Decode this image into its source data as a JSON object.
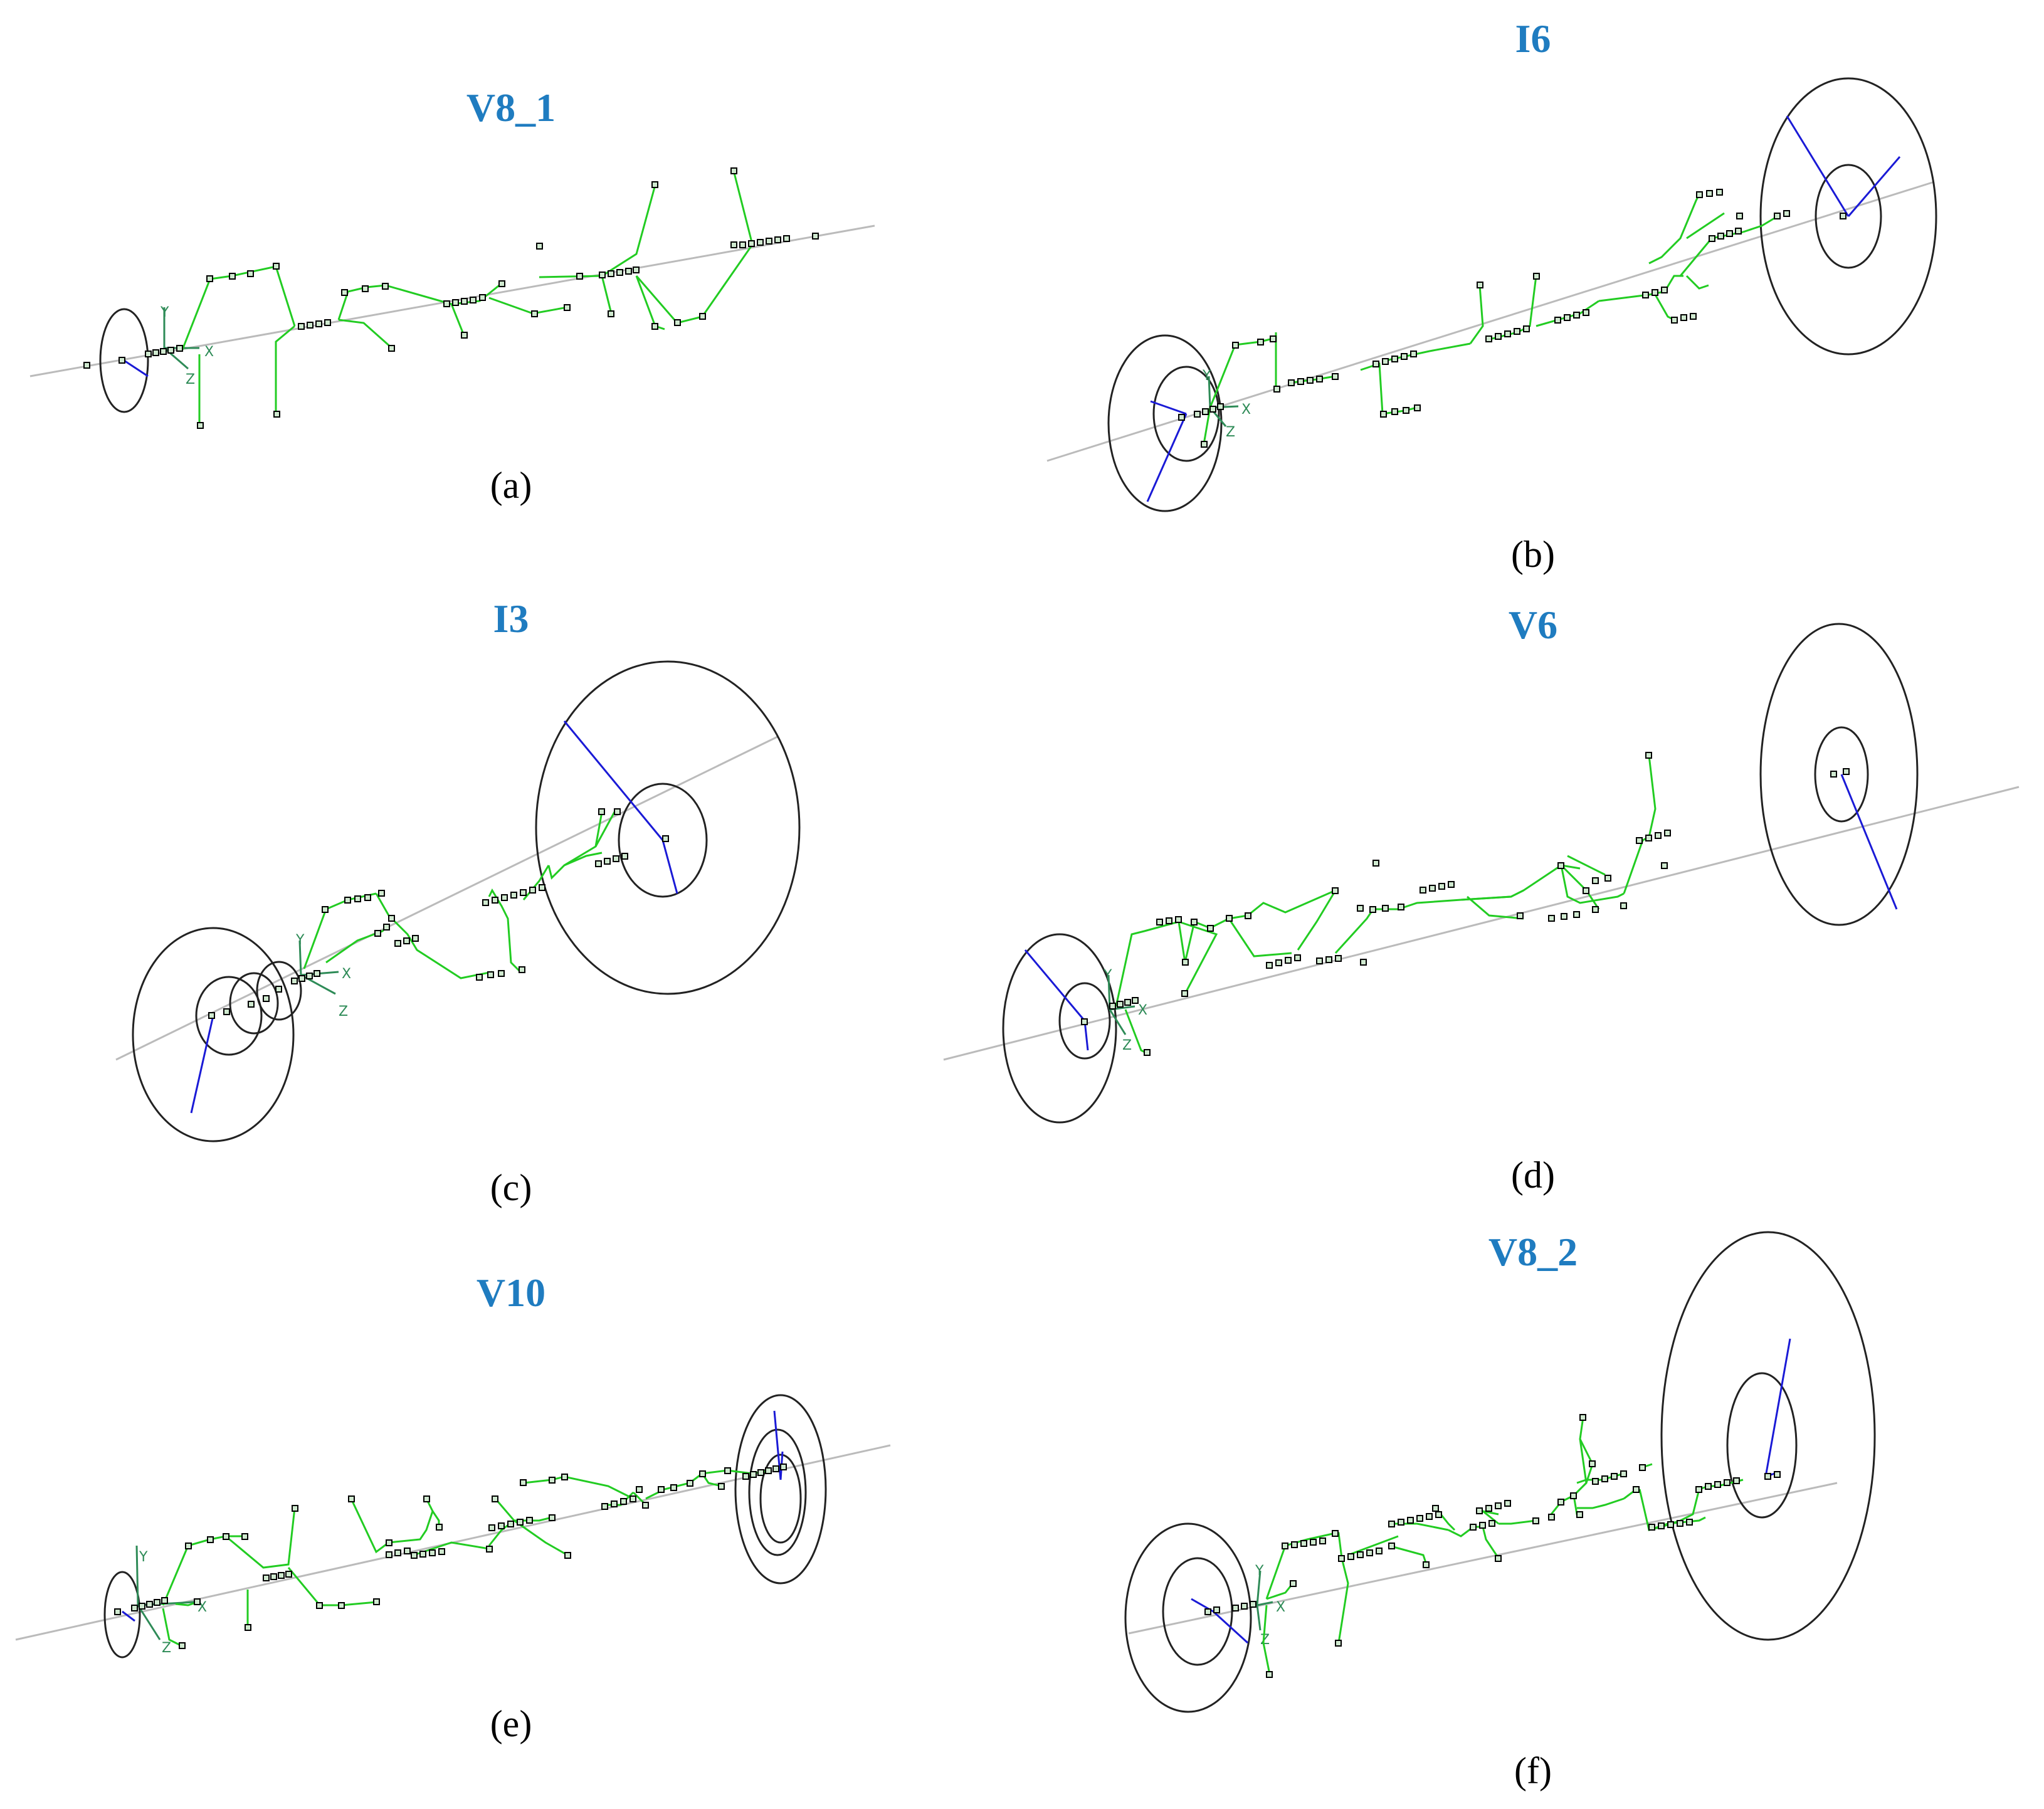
{
  "panels": [
    {
      "id": "a",
      "title": "V8_1",
      "caption": "(a)",
      "axis_labels": [
        "Y",
        "X",
        "Z"
      ]
    },
    {
      "id": "b",
      "title": "I6",
      "caption": "(b)",
      "axis_labels": [
        "Y",
        "X",
        "Z"
      ]
    },
    {
      "id": "c",
      "title": "I3",
      "caption": "(c)",
      "axis_labels": [
        "Y",
        "X",
        "Z"
      ]
    },
    {
      "id": "d",
      "title": "V6",
      "caption": "(d)",
      "axis_labels": [
        "Y",
        "X",
        "Z"
      ]
    },
    {
      "id": "e",
      "title": "V10",
      "caption": "(e)",
      "axis_labels": [
        "Y",
        "X",
        "Z"
      ]
    },
    {
      "id": "f",
      "title": "V8_2",
      "caption": "(f)",
      "axis_labels": [
        "Y",
        "X",
        "Z"
      ]
    }
  ],
  "colors": {
    "title": "#1f7cc0",
    "crank_webs": "#22cc22",
    "nodes": "#000000",
    "flywheel": "#222222",
    "radius_line": "#1a1ad6",
    "shaft_axis": "#bbbbbb",
    "triad": "#2e8b57"
  }
}
